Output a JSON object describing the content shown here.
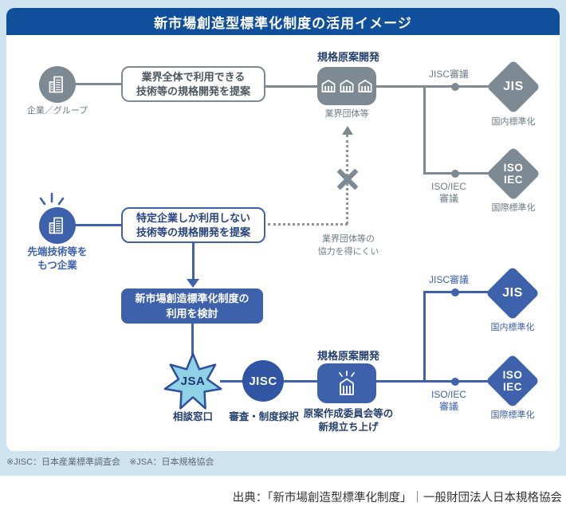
{
  "colors": {
    "panel_bg": "#cfe3f0",
    "banner_blue": "#0f4f9b",
    "gray": "#7d8a94",
    "blue": "#3d61ab",
    "navy_text": "#24406f",
    "star_fill": "#8fd2e6",
    "star_border": "#2d4f9e",
    "jisc_circle": "#2f55a3"
  },
  "header": {
    "title": "新市場創造型標準化制度の活用イメージ"
  },
  "industry_route": {
    "actor_label": "企業／グループ",
    "proposal_line1": "業界全体で利用できる",
    "proposal_line2": "技術等の規格開発を提案",
    "draft_heading": "規格原案開発",
    "org_label": "業界団体等",
    "jisc_review_label": "JISC審議",
    "jis_label": "JIS",
    "jis_caption": "国内標準化",
    "isoiec_review_line1": "ISO/IEC",
    "isoiec_review_line2": "審議",
    "isoiec_line1": "ISO",
    "isoiec_line2": "IEC",
    "isoiec_caption": "国際標準化"
  },
  "blocked_note": {
    "line1": "業界団体等の",
    "line2": "協力を得にくい"
  },
  "advanced_route": {
    "actor_line1": "先端技術等を",
    "actor_line2": "もつ企業",
    "proposal_line1": "特定企業しか利用しない",
    "proposal_line2": "技術等の規格開発を提案",
    "consider_line1": "新市場創造標準化制度の",
    "consider_line2": "利用を検討",
    "jsa_label": "JSA",
    "jsa_caption": "相談窓口",
    "jisc_label": "JISC",
    "jisc_caption": "審査・制度採択",
    "draft_heading": "規格原案開発",
    "draft_caption_line1": "原案作成委員会等の",
    "draft_caption_line2": "新規立ち上げ",
    "jisc_review_label": "JISC審議",
    "jis_label": "JIS",
    "jis_caption": "国内標準化",
    "isoiec_review_line1": "ISO/IEC",
    "isoiec_review_line2": "審議",
    "isoiec_line1": "ISO",
    "isoiec_line2": "IEC",
    "isoiec_caption": "国際標準化"
  },
  "footnote": "※JISC：日本産業標準調査会　※JSA：日本規格協会",
  "source": "出典：「新市場創造型標準化制度」｜一般財団法人日本規格協会"
}
